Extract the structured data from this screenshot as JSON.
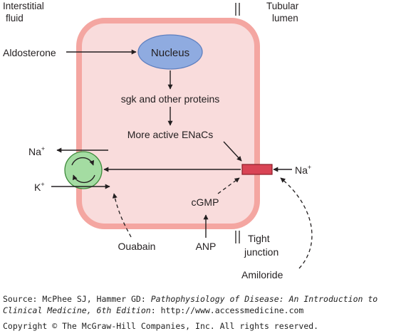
{
  "diagram": {
    "colors": {
      "cell_fill": "#f9dcdc",
      "cell_border": "#f4a6a1",
      "nucleus_fill": "#8fabe0",
      "nucleus_border": "#5e7fbf",
      "pump_fill": "#a4dca2",
      "pump_border": "#3e8a3c",
      "channel_fill": "#d94455",
      "channel_border": "#8a1d28",
      "line": "#231f20"
    },
    "labels": {
      "interstitial_line1": "Interstitial",
      "interstitial_line2": "fluid",
      "tubular_line1": "Tubular",
      "tubular_line2": "lumen",
      "aldosterone": "Aldosterone",
      "nucleus": "Nucleus",
      "sgk": "sgk and other proteins",
      "enacs": "More active ENaCs",
      "na_left": "Na",
      "na_left_charge": "+",
      "k_left": "K",
      "k_left_charge": "+",
      "na_right": "Na",
      "na_right_charge": "+",
      "cgmp": "cGMP",
      "anp": "ANP",
      "ouabain": "Ouabain",
      "tight_line1": "Tight",
      "tight_line2": "junction",
      "amiloride": "Amiloride"
    }
  },
  "caption": {
    "source_prefix": "Source: McPhee SJ, Hammer GD: ",
    "source_title_line1": "Pathophysiology of Disease: An Introduction to",
    "source_title_line2": "Clinical Medicine, 6th Edition",
    "source_suffix": ": http://www.accessmedicine.com",
    "copyright": "Copyright © The McGraw-Hill Companies, Inc. All rights reserved."
  }
}
